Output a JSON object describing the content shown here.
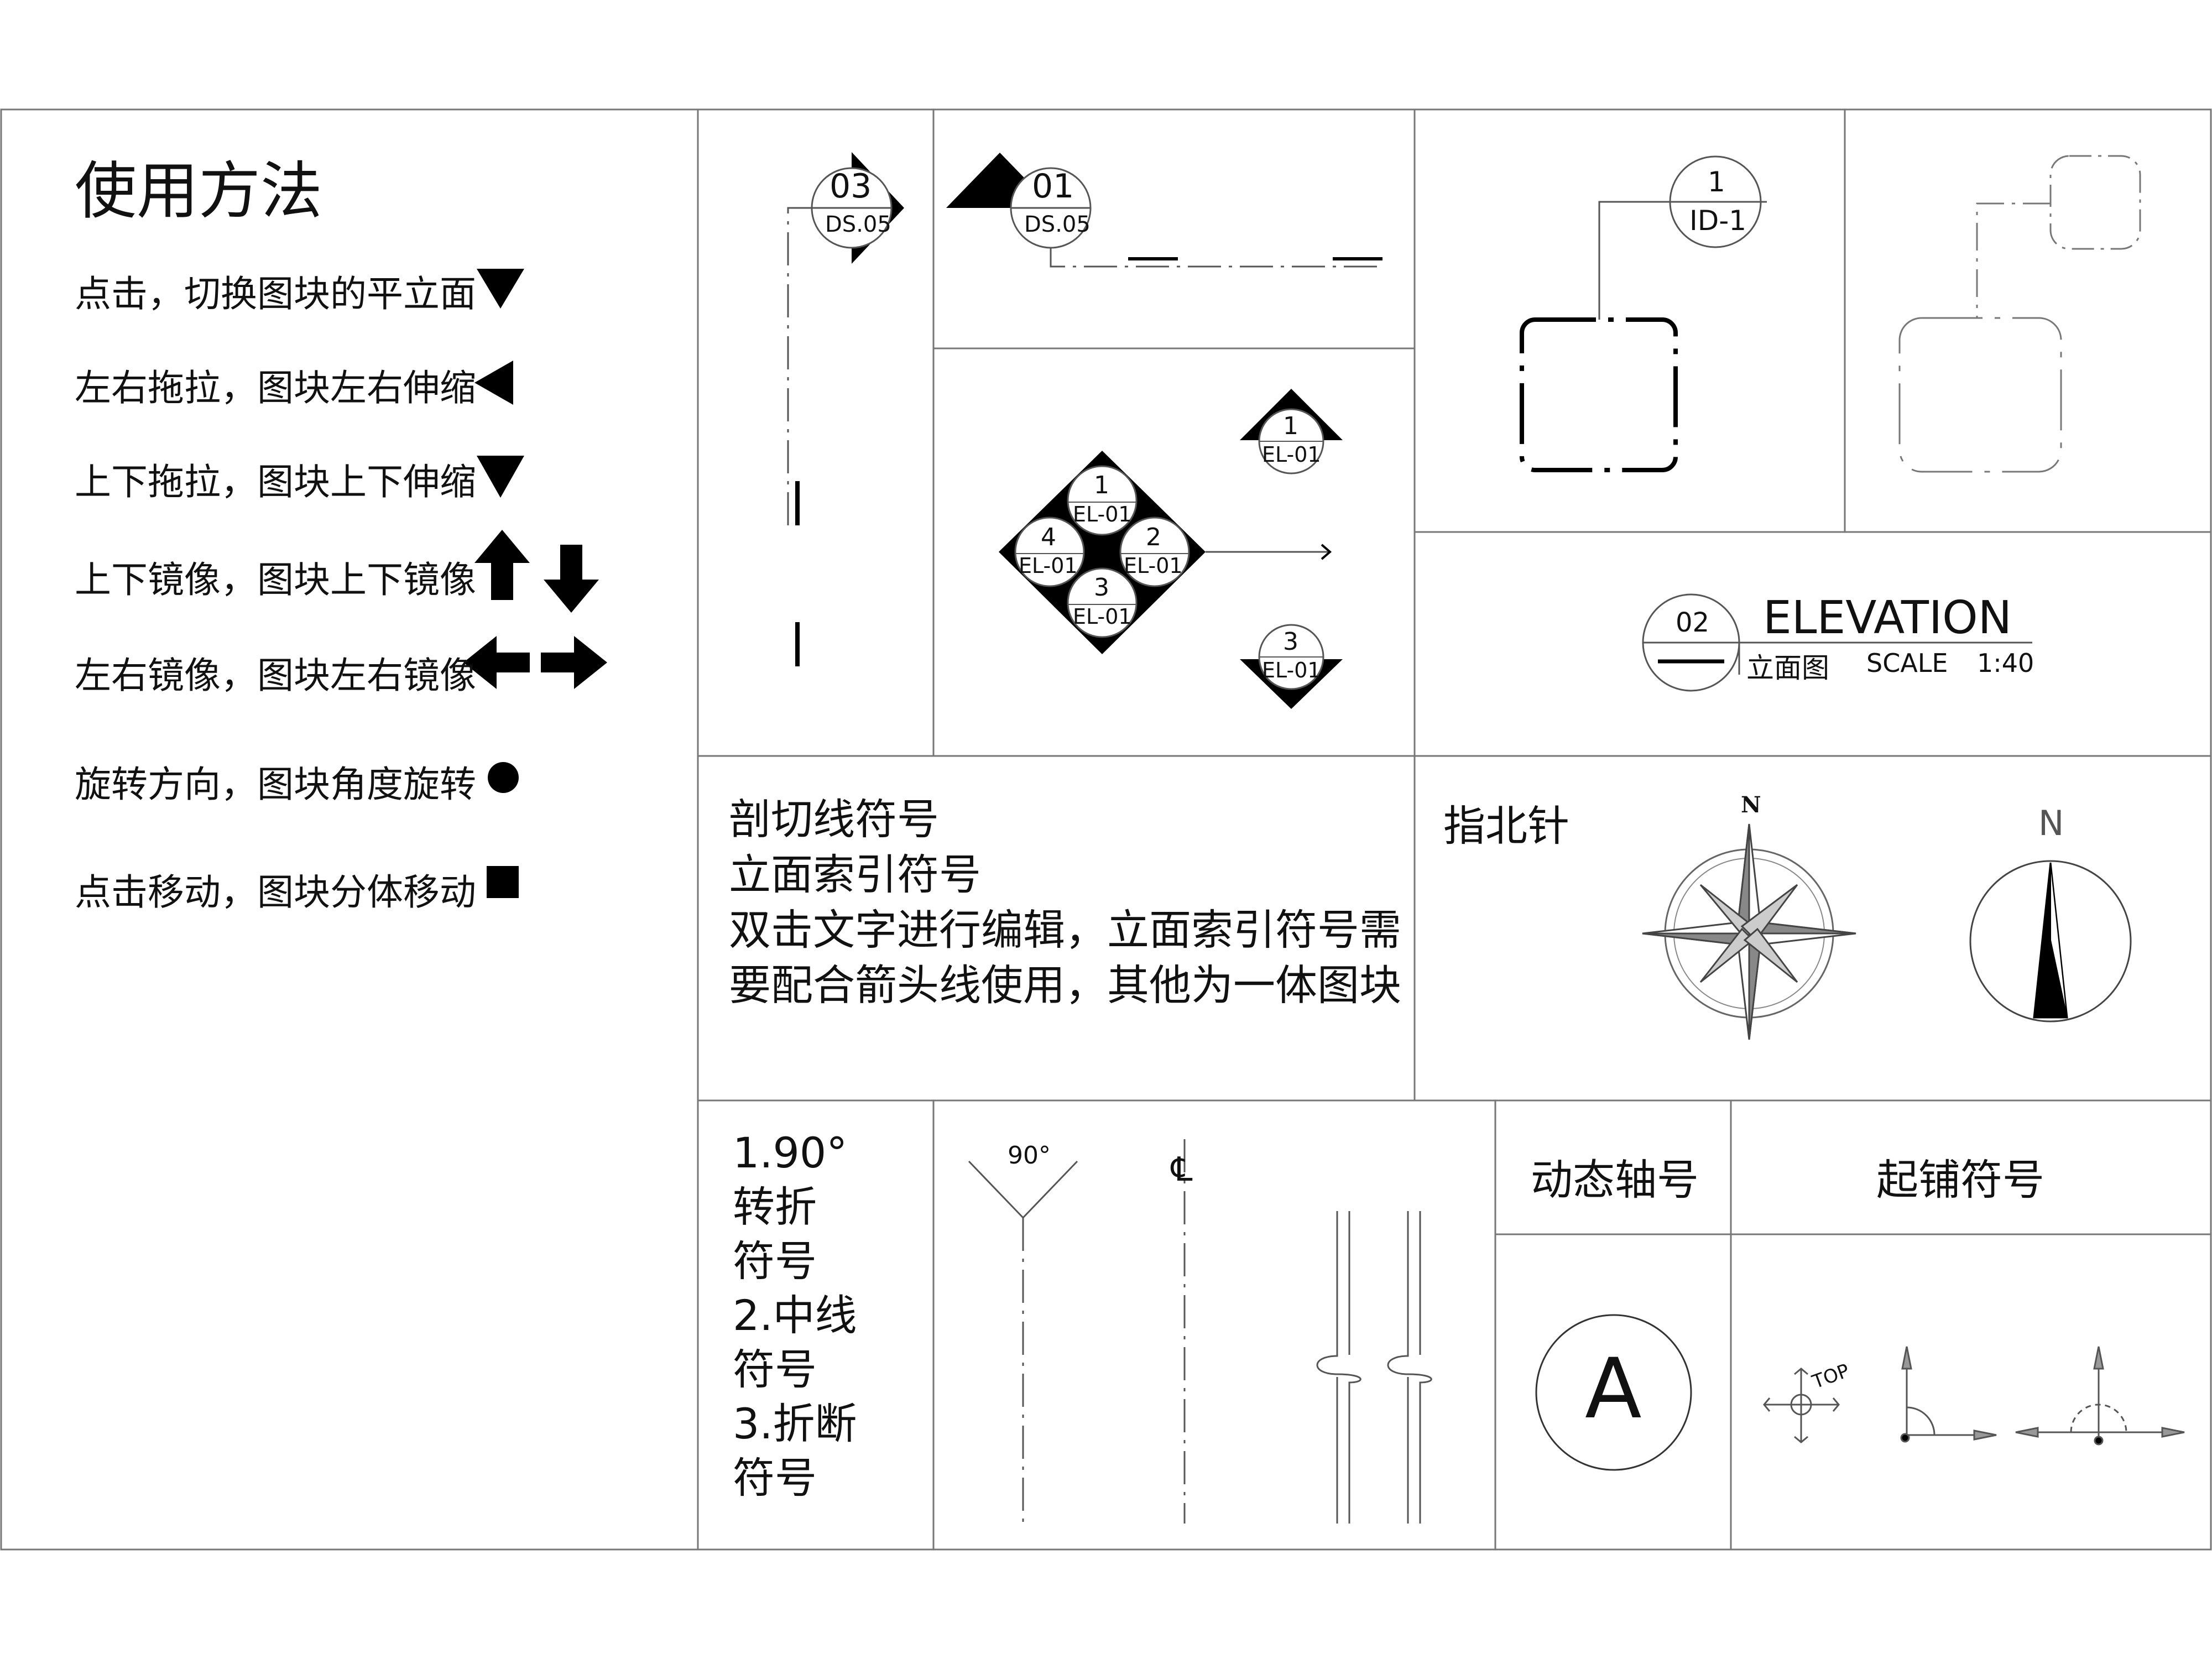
{
  "title": "使用方法",
  "legend": [
    {
      "label": "点击，切换图块的平立面",
      "icon": "triangle-down-icon"
    },
    {
      "label": "左右拖拉，图块左右伸缩",
      "icon": "triangle-left-icon"
    },
    {
      "label": "上下拖拉，图块上下伸缩",
      "icon": "triangle-down-icon"
    },
    {
      "label": "上下镜像，图块上下镜像",
      "icon": "arrows-up-down-icon"
    },
    {
      "label": "左右镜像，图块左右镜像",
      "icon": "arrows-left-right-icon"
    },
    {
      "label": "旋转方向，图块角度旋转",
      "icon": "dot-icon"
    },
    {
      "label": "点击移动，图块分体移动",
      "icon": "square-icon"
    }
  ],
  "section_symbol": {
    "number": "03",
    "sheet": "DS.05"
  },
  "detail_symbol": {
    "number": "01",
    "sheet": "DS.05"
  },
  "elevation_index": {
    "center": [
      {
        "number": "1",
        "sheet": "EL-01"
      },
      {
        "number": "2",
        "sheet": "EL-01"
      },
      {
        "number": "3",
        "sheet": "EL-01"
      },
      {
        "number": "4",
        "sheet": "EL-01"
      }
    ],
    "single_top": {
      "number": "1",
      "sheet": "EL-01"
    },
    "single_bottom": {
      "number": "3",
      "sheet": "EL-01"
    }
  },
  "id_tag": {
    "number": "1",
    "sheet": "ID-1"
  },
  "elevation_title": {
    "number": "02",
    "title": "ELEVATION",
    "subtitle": "立面图",
    "scale_label": "SCALE",
    "scale": "1:40"
  },
  "description": "剖切线符号\n立面索引符号\n双击文字进行编辑，立面索引符号需\n要配合箭头线使用，其他为一体图块",
  "north_label": "指北针",
  "north_n_small": "N",
  "north_n": "N",
  "bottom_note": "1.90°\n转折\n符号\n2.中线\n符号\n3.折断\n符号",
  "angle_label": "90°",
  "centerline_symbol": "℄",
  "axis_title": "动态轴号",
  "axis_letter": "A",
  "paving_title": "起铺符号",
  "top_label": "TOP"
}
